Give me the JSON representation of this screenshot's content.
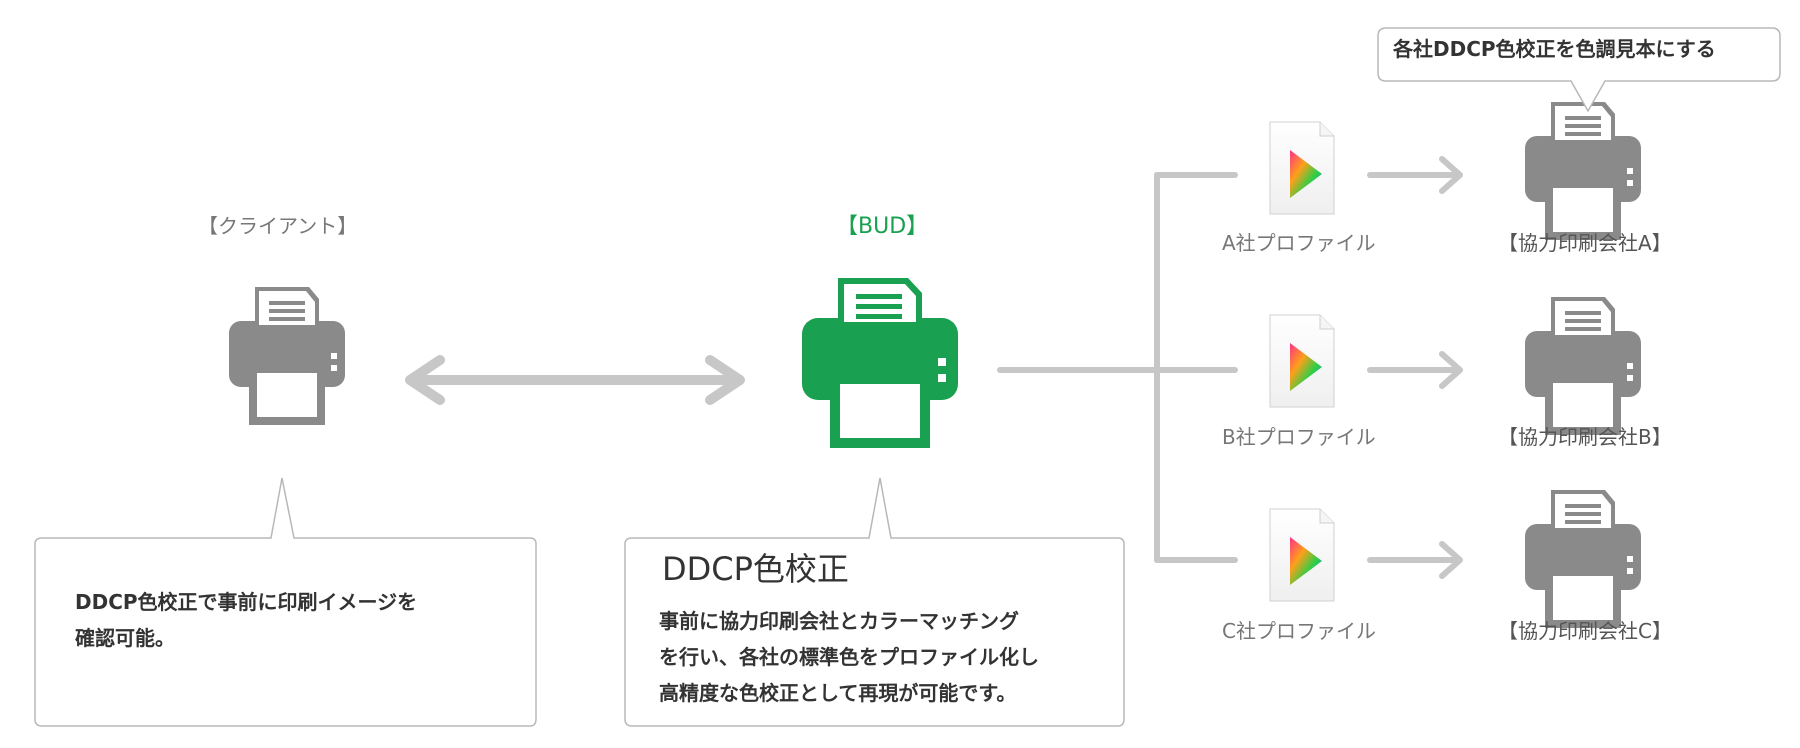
{
  "client": {
    "label": "【クライアント】",
    "callout_text": "DDCP色校正で事前に印刷イメージを\n確認可能。"
  },
  "bud": {
    "label": "【BUD】",
    "callout_title": "DDCP色校正",
    "callout_text": "事前に協力印刷会社とカラーマッチング\nを行い、各社の標準色をプロファイル化し\n高精度な色校正として再現が可能です。"
  },
  "top_callout": {
    "text": "各社DDCP色校正を色調見本にする"
  },
  "profiles": [
    {
      "label": "A社プロファイル",
      "company": "【協力印刷会社A】"
    },
    {
      "label": "B社プロファイル",
      "company": "【協力印刷会社B】"
    },
    {
      "label": "C社プロファイル",
      "company": "【協力印刷会社C】"
    }
  ],
  "colors": {
    "accent_green": "#19a050",
    "gray_icon": "#8a8a8a",
    "line_gray": "#cccccc",
    "border_gray": "#b8b8b8"
  },
  "icons": {
    "printer": "printer-icon",
    "profile": "color-profile-icon"
  }
}
